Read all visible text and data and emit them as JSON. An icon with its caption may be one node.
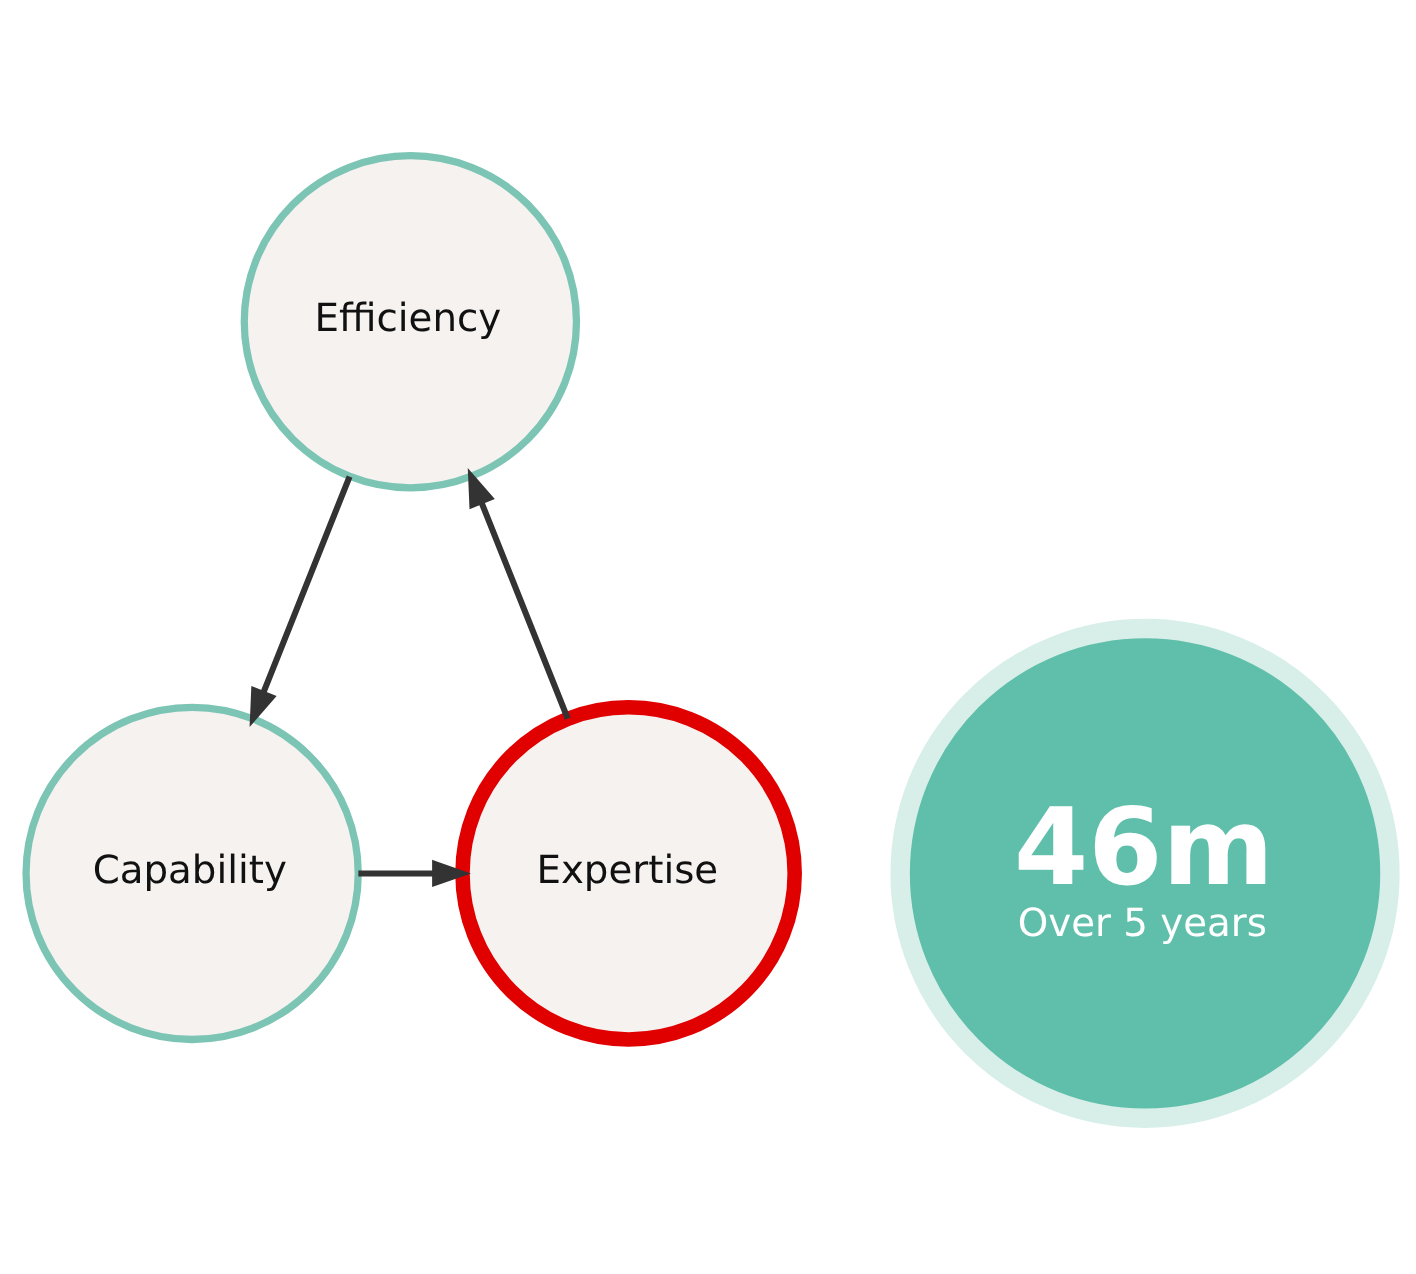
{
  "diagram": {
    "nodes": [
      {
        "text": [
          "Efficiency"
        ]
      },
      {
        "text": [
          "46m",
          "Over 5 years"
        ]
      },
      {
        "text": [
          "Capability"
        ]
      },
      {
        "text": [
          "Expertise"
        ]
      }
    ],
    "edges": [
      {
        "from": 0,
        "to": 2,
        "arrow": "to"
      },
      {
        "from": 2,
        "to": 3,
        "arrow": "to"
      },
      {
        "from": 3,
        "to": 0,
        "arrow": "to"
      }
    ]
  }
}
